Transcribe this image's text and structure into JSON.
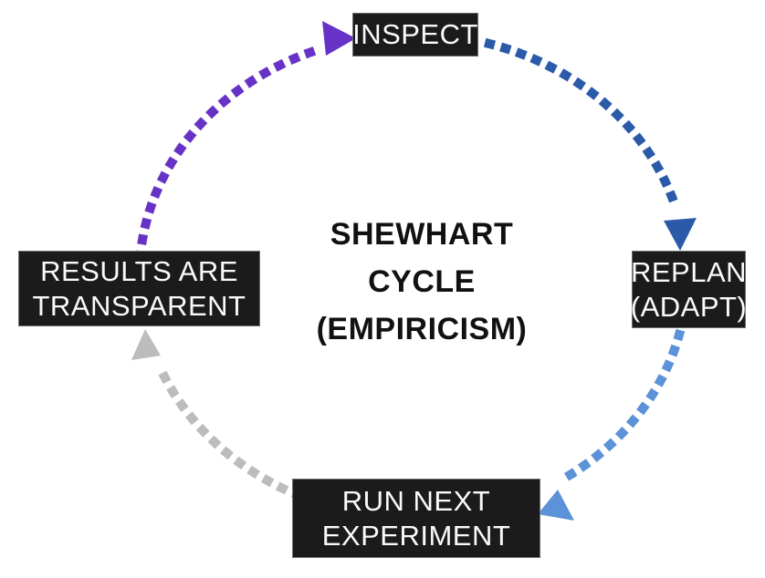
{
  "title": {
    "lines": [
      "SHEWHART",
      "CYCLE",
      "(EMPIRICISM)"
    ]
  },
  "nodes": {
    "inspect": {
      "lines": [
        "INSPECT"
      ]
    },
    "replan": {
      "lines": [
        "REPLAN",
        "(ADAPT)"
      ]
    },
    "run_next": {
      "lines": [
        "RUN NEXT",
        "EXPERIMENT"
      ]
    },
    "results": {
      "lines": [
        "RESULTS ARE",
        "TRANSPARENT"
      ]
    }
  },
  "arrows": {
    "results_to_inspect": {
      "from": "RESULTS ARE TRANSPARENT",
      "to": "INSPECT",
      "color": "#6733c6",
      "style": "dotted"
    },
    "inspect_to_replan": {
      "from": "INSPECT",
      "to": "REPLAN (ADAPT)",
      "color": "#2a5aa8",
      "style": "dotted"
    },
    "replan_to_run_next": {
      "from": "REPLAN (ADAPT)",
      "to": "RUN NEXT EXPERIMENT",
      "color": "#5b92d8",
      "style": "dotted"
    },
    "run_next_to_results": {
      "from": "RUN NEXT EXPERIMENT",
      "to": "RESULTS ARE TRANSPARENT",
      "color": "#bcbcbc",
      "style": "dotted"
    }
  },
  "colors": {
    "node_background": "#1b1b1b",
    "node_text": "#fafafa",
    "title_text": "#111111",
    "page_background": "#ffffff"
  }
}
